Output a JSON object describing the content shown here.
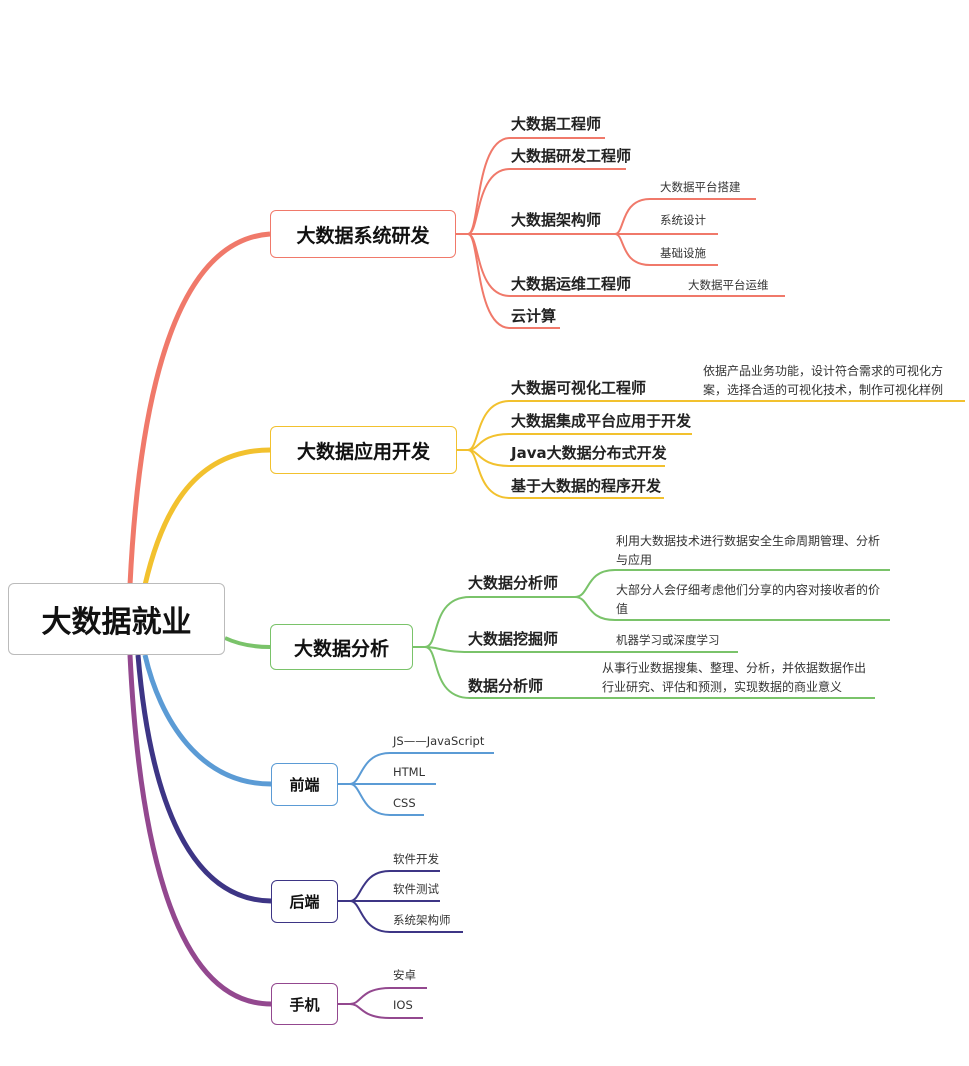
{
  "root": "大数据就业",
  "colors": {
    "red": "#f0796a",
    "yellow": "#f2c12e",
    "green": "#7ac36a",
    "blue": "#5b9bd5",
    "navy": "#3d3585",
    "purple": "#93488f"
  },
  "b1": {
    "label": "大数据系统研发",
    "items": [
      "大数据工程师",
      "大数据研发工程师",
      "大数据架构师",
      "大数据运维工程师",
      "云计算"
    ],
    "arch": [
      "大数据平台搭建",
      "系统设计",
      "基础设施"
    ],
    "ops": "大数据平台运维"
  },
  "b2": {
    "label": "大数据应用开发",
    "items": [
      "大数据可视化工程师",
      "大数据集成平台应用于开发",
      "Java大数据分布式开发",
      "基于大数据的程序开发"
    ],
    "viz_note": "依据产品业务功能，设计符合需求的可视化方案，选择合适的可视化技术，制作可视化样例"
  },
  "b3": {
    "label": "大数据分析",
    "items": [
      "大数据分析师",
      "大数据挖掘师",
      "数据分析师"
    ],
    "analyst_notes": [
      "利用大数据技术进行数据安全生命周期管理、分析 与应用",
      "大部分人会仔细考虑他们分享的内容对接收者的价值"
    ],
    "mining_note": "机器学习或深度学习",
    "data_note": "从事行业数据搜集、整理、分析，并依据数据作出行业研究、评估和预测，实现数据的商业意义"
  },
  "b4": {
    "label": "前端",
    "items": [
      "JS——JavaScript",
      "HTML",
      "CSS"
    ]
  },
  "b5": {
    "label": "后端",
    "items": [
      "软件开发",
      "软件测试",
      "系统架构师"
    ]
  },
  "b6": {
    "label": "手机",
    "items": [
      "安卓",
      "IOS"
    ]
  }
}
